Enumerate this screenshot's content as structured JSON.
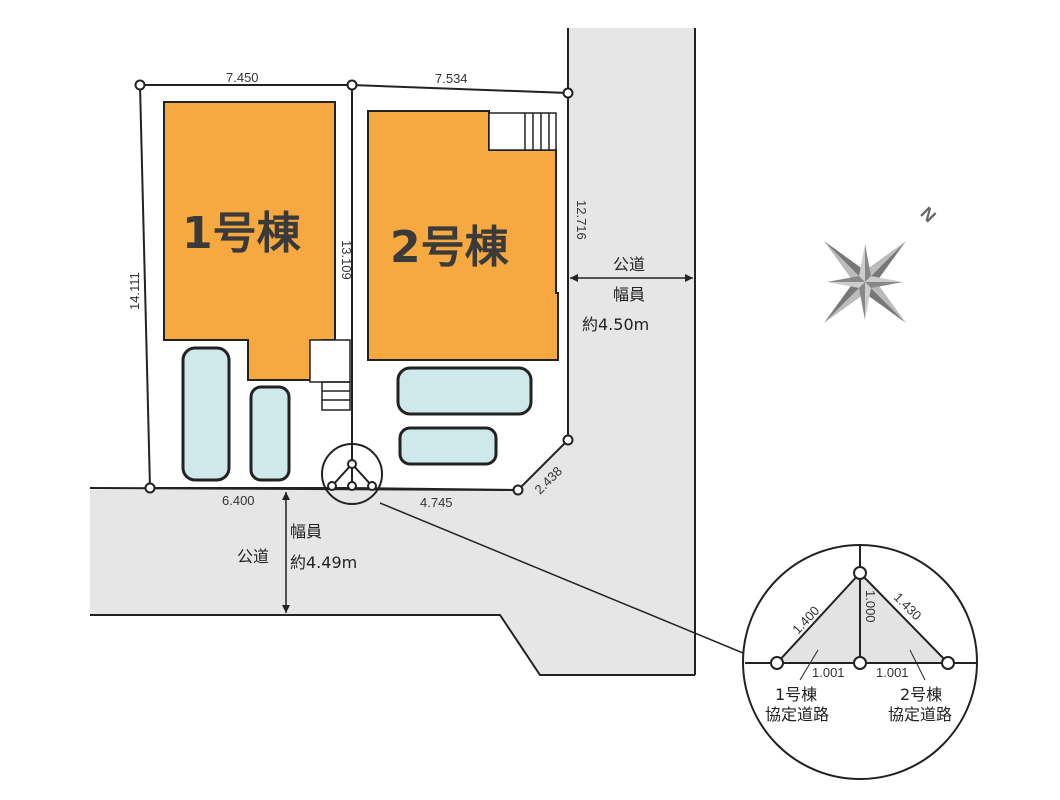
{
  "buildings": [
    {
      "label": "1号棟",
      "color": "#f5a940"
    },
    {
      "label": "2号棟",
      "color": "#f5a940"
    }
  ],
  "dimensions": {
    "lot1_top": "7.450",
    "lot2_top": "7.534",
    "lot1_left": "14.111",
    "shared_boundary": "13.109",
    "lot2_right": "12.716",
    "lot1_bottom": "6.400",
    "lot2_bottom": "4.745",
    "corner_cut": "2.438"
  },
  "roads": {
    "east": {
      "name": "公道",
      "width_label": "幅員",
      "width": "約4.50m"
    },
    "south": {
      "name": "公道",
      "width_label": "幅員",
      "width": "約4.49m"
    },
    "color": "#e6e6e6"
  },
  "detail": {
    "left_side": "1.400",
    "right_side": "1.430",
    "center": "1.000",
    "left_base": "1.001",
    "right_base": "1.001",
    "label_1": "1号棟",
    "label_1b": "協定道路",
    "label_2": "2号棟",
    "label_2b": "協定道路"
  },
  "compass": {
    "north": "N"
  }
}
